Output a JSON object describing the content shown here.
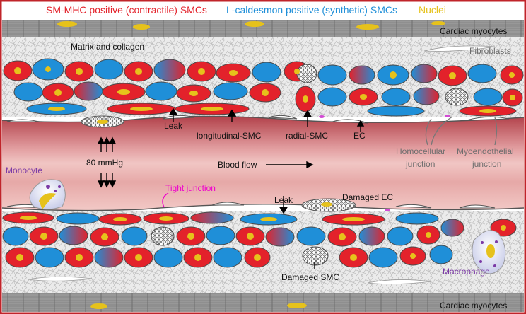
{
  "legend": {
    "contractile": "SM-MHC positive (contractile) SMCs",
    "synthetic": "L-caldesmon positive (synthetic) SMCs",
    "nuclei": "Nuclei"
  },
  "labels": {
    "cardiac_top": "Cardiac myocytes",
    "cardiac_bottom": "Cardiac myocytes",
    "matrix": "Matrix and collagen",
    "fibroblasts": "Fibroblasts",
    "leak_top": "Leak",
    "longitudinal": "longitudinal-SMC",
    "radial": "radial-SMC",
    "ec": "EC",
    "homocellular_1": "Homocellular",
    "homocellular_2": "junction",
    "myoendothelial_1": "Myoendothelial",
    "myoendothelial_2": "junction",
    "pressure": "80 mmHg",
    "blood_flow": "Blood flow",
    "monocyte": "Monocyte",
    "tight_junction": "Tight junction",
    "leak_bottom": "Leak",
    "damaged_ec": "Damaged EC",
    "damaged_smc": "Damaged SMC",
    "macrophage": "Macrophage"
  },
  "colors": {
    "contractile": "#e3222b",
    "synthetic": "#1f8fd8",
    "nucleus": "#e6c21b",
    "frame": "#c0242a",
    "lumen": "#d88a8e"
  }
}
